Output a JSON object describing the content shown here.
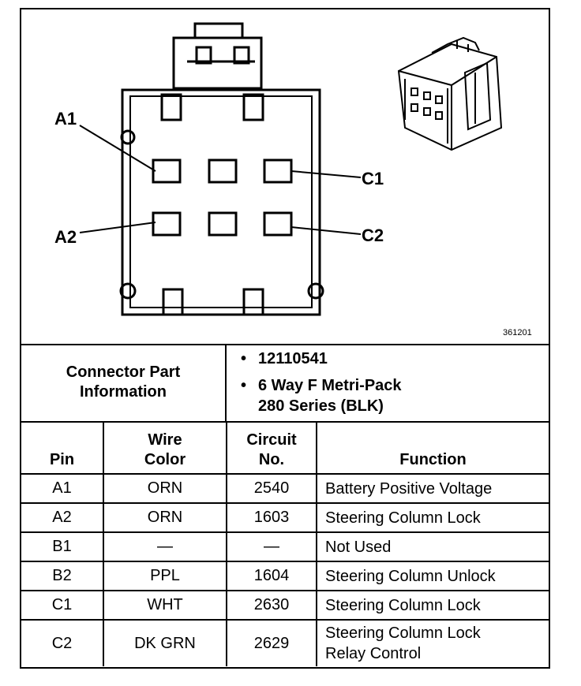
{
  "diagram": {
    "labels": {
      "a1": "A1",
      "a2": "A2",
      "c1": "C1",
      "c2": "C2"
    },
    "figure_number": "361201"
  },
  "info": {
    "heading_line1": "Connector Part",
    "heading_line2": "Information",
    "part_number": "12110541",
    "description_line1": "6 Way F Metri-Pack",
    "description_line2": "280 Series (BLK)",
    "bullet": "•"
  },
  "table": {
    "headers": {
      "pin": "Pin",
      "wire_color_1": "Wire",
      "wire_color_2": "Color",
      "circuit_1": "Circuit",
      "circuit_2": "No.",
      "function": "Function"
    },
    "rows": [
      {
        "pin": "A1",
        "color": "ORN",
        "circuit": "2540",
        "function": "Battery Positive Voltage",
        "function2": ""
      },
      {
        "pin": "A2",
        "color": "ORN",
        "circuit": "1603",
        "function": "Steering Column Lock",
        "function2": ""
      },
      {
        "pin": "B1",
        "color": "—",
        "circuit": "—",
        "function": "Not Used",
        "function2": ""
      },
      {
        "pin": "B2",
        "color": "PPL",
        "circuit": "1604",
        "function": "Steering Column Unlock",
        "function2": ""
      },
      {
        "pin": "C1",
        "color": "WHT",
        "circuit": "2630",
        "function": "Steering Column Lock",
        "function2": ""
      },
      {
        "pin": "C2",
        "color": "DK GRN",
        "circuit": "2629",
        "function": "Steering Column Lock",
        "function2": "Relay Control"
      }
    ]
  }
}
